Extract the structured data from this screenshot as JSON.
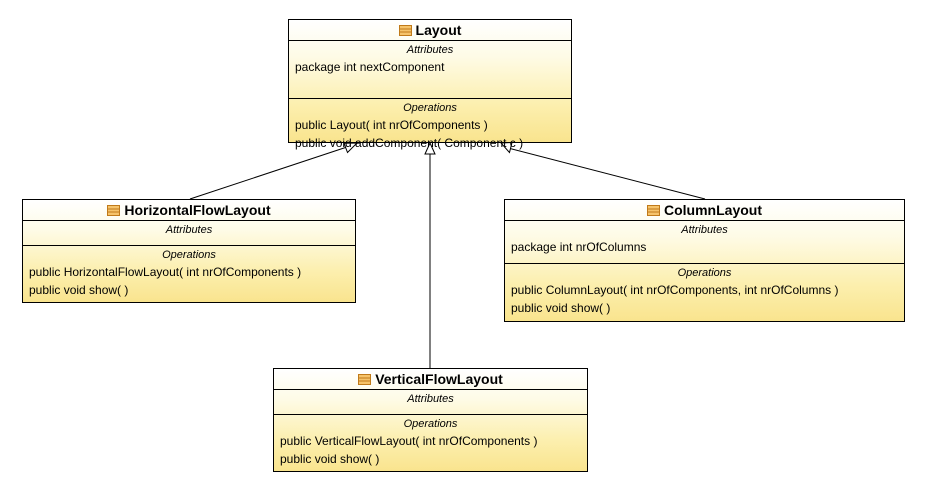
{
  "colors": {
    "class_fill_top": "#ffffff",
    "class_fill_bottom": "#f9e48e",
    "border": "#000000",
    "icon": "#e8a030"
  },
  "classes": {
    "layout": {
      "name": "Layout",
      "attributes_title": "Attributes",
      "attributes": [
        "package int nextComponent"
      ],
      "operations_title": "Operations",
      "operations": [
        "public Layout( int nrOfComponents )",
        "public void  addComponent( Component c )"
      ]
    },
    "horizontal": {
      "name": "HorizontalFlowLayout",
      "attributes_title": "Attributes",
      "attributes": [],
      "operations_title": "Operations",
      "operations": [
        "public HorizontalFlowLayout( int nrOfComponents )",
        "public void  show(  )"
      ]
    },
    "column": {
      "name": "ColumnLayout",
      "attributes_title": "Attributes",
      "attributes": [
        "package int nrOfColumns"
      ],
      "operations_title": "Operations",
      "operations": [
        "public ColumnLayout( int nrOfComponents, int nrOfColumns )",
        "public void  show(  )"
      ]
    },
    "vertical": {
      "name": "VerticalFlowLayout",
      "attributes_title": "Attributes",
      "attributes": [],
      "operations_title": "Operations",
      "operations": [
        "public VerticalFlowLayout( int nrOfComponents )",
        "public void  show(  )"
      ]
    }
  },
  "relations": [
    {
      "from": "HorizontalFlowLayout",
      "to": "Layout",
      "type": "generalization"
    },
    {
      "from": "VerticalFlowLayout",
      "to": "Layout",
      "type": "generalization"
    },
    {
      "from": "ColumnLayout",
      "to": "Layout",
      "type": "generalization"
    }
  ]
}
